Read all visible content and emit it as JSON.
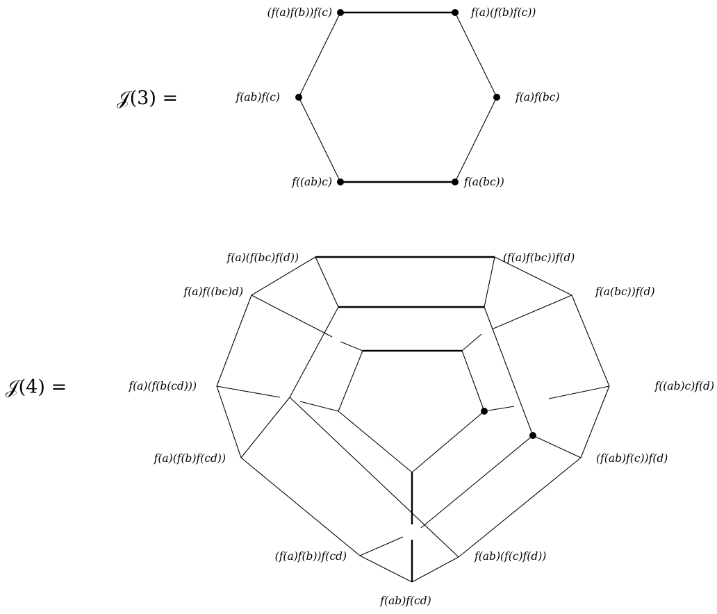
{
  "j3": {
    "title": "𝒥(3) =",
    "labels": {
      "top_left": "(f(a)f(b))f(c)",
      "top_right": "f(a)(f(b)f(c))",
      "left": "f(ab)f(c)",
      "right": "f(a)f(bc)",
      "bottom_left": "f((ab)c)",
      "bottom_right": "f(a(bc))"
    }
  },
  "j4": {
    "title": "𝒥(4) =",
    "labels": {
      "top_left": "f(a)(f(bc)f(d))",
      "top_right": "(f(a)f(bc))f(d)",
      "upper_left": "f(a)f((bc)d)",
      "upper_right": "f(a(bc))f(d)",
      "left": "f(a)(f(b(cd)))",
      "right": "f((ab)c)f(d)",
      "lower_left": "f(a)(f(b)f(cd))",
      "lower_right": "(f(ab)f(c))f(d)",
      "bottom_left": "(f(a)f(b))f(cd)",
      "bottom_right": "f(ab)(f(c)f(d))",
      "bottom": "f(ab)f(cd)"
    }
  }
}
